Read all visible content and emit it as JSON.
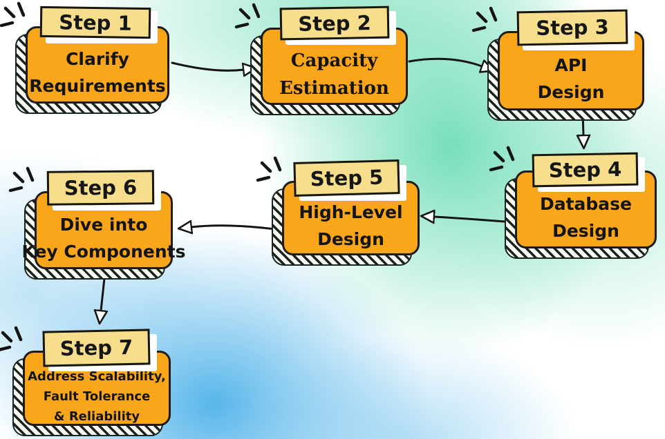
{
  "diagram": {
    "type": "flowchart",
    "steps": [
      {
        "label": "Step 1",
        "lines": [
          "Clarify",
          "Requirements"
        ]
      },
      {
        "label": "Step 2",
        "lines": [
          "Capacity",
          "Estimation"
        ]
      },
      {
        "label": "Step 3",
        "lines": [
          "API",
          "Design"
        ]
      },
      {
        "label": "Step 4",
        "lines": [
          "Database",
          "Design"
        ]
      },
      {
        "label": "Step 5",
        "lines": [
          "High-Level",
          "Design"
        ]
      },
      {
        "label": "Step 6",
        "lines": [
          "Dive into",
          "Key Components"
        ]
      },
      {
        "label": "Step 7",
        "lines": [
          "Address Scalability,",
          "Fault Tolerance",
          "& Reliability"
        ]
      }
    ],
    "connections": [
      {
        "from": "Step 1",
        "to": "Step 2"
      },
      {
        "from": "Step 2",
        "to": "Step 3"
      },
      {
        "from": "Step 3",
        "to": "Step 4"
      },
      {
        "from": "Step 4",
        "to": "Step 5"
      },
      {
        "from": "Step 5",
        "to": "Step 6"
      },
      {
        "from": "Step 6",
        "to": "Step 7"
      }
    ],
    "colors": {
      "card_body": "#F9A61B",
      "card_header": "#F6DE8D",
      "outline": "#1d1c18",
      "background_mint": "#6EDDB5",
      "background_blue": "#4EB2E9",
      "background_base": "#FFFFFF"
    }
  }
}
